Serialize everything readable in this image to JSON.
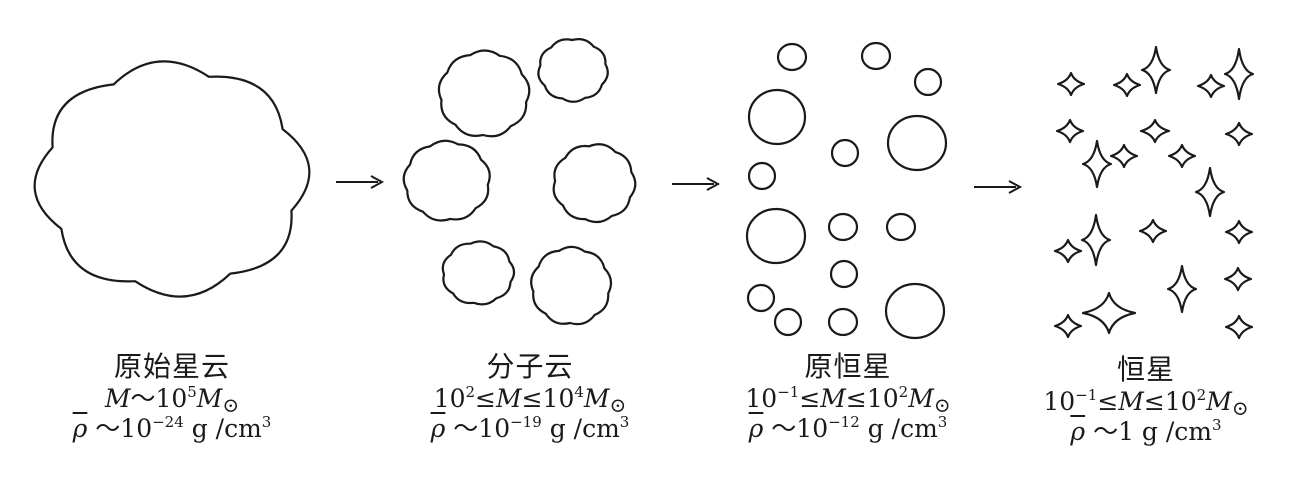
{
  "stages": [
    {
      "name": "原始星云",
      "mass": {
        "parts": [
          {
            "t": "M",
            "i": true
          },
          {
            "t": "～10"
          },
          {
            "t": "5",
            "sup": true
          },
          {
            "t": "M",
            "i": true
          },
          {
            "t": "⊙",
            "sun": true
          }
        ]
      },
      "density": {
        "parts": [
          {
            "t": "ρ",
            "rho": true
          },
          {
            "t": " ～10"
          },
          {
            "t": "−24",
            "sup": true
          },
          {
            "t": " g /cm"
          },
          {
            "t": "3",
            "sup": true
          }
        ]
      }
    },
    {
      "name": "分子云",
      "mass": {
        "parts": [
          {
            "t": "10"
          },
          {
            "t": "2",
            "sup": true
          },
          {
            "t": "≤"
          },
          {
            "t": "M",
            "i": true
          },
          {
            "t": "≤10"
          },
          {
            "t": "4",
            "sup": true
          },
          {
            "t": "M",
            "i": true
          },
          {
            "t": "⊙",
            "sun": true
          }
        ]
      },
      "density": {
        "parts": [
          {
            "t": "ρ",
            "rho": true
          },
          {
            "t": " ～10"
          },
          {
            "t": "−19",
            "sup": true
          },
          {
            "t": " g /cm"
          },
          {
            "t": "3",
            "sup": true
          }
        ]
      }
    },
    {
      "name": "原恒星",
      "mass": {
        "parts": [
          {
            "t": "10"
          },
          {
            "t": "−1",
            "sup": true
          },
          {
            "t": "≤"
          },
          {
            "t": "M",
            "i": true
          },
          {
            "t": "≤10"
          },
          {
            "t": "2",
            "sup": true
          },
          {
            "t": "M",
            "i": true
          },
          {
            "t": "⊙",
            "sun": true
          }
        ]
      },
      "density": {
        "parts": [
          {
            "t": "ρ",
            "rho": true
          },
          {
            "t": " ～10"
          },
          {
            "t": "−12",
            "sup": true
          },
          {
            "t": " g /cm"
          },
          {
            "t": "3",
            "sup": true
          }
        ]
      }
    },
    {
      "name": "恒星",
      "mass": {
        "parts": [
          {
            "t": "10"
          },
          {
            "t": "−1",
            "sup": true
          },
          {
            "t": "≤"
          },
          {
            "t": "M",
            "i": true
          },
          {
            "t": "≤10"
          },
          {
            "t": "2",
            "sup": true
          },
          {
            "t": "M",
            "i": true
          },
          {
            "t": "⊙",
            "sun": true
          }
        ]
      },
      "density": {
        "parts": [
          {
            "t": "ρ",
            "rho": true
          },
          {
            "t": " ～1 g /cm"
          },
          {
            "t": "3",
            "sup": true
          }
        ]
      }
    }
  ],
  "colors": {
    "stroke": "#1a1a1a",
    "background": "#ffffff"
  }
}
